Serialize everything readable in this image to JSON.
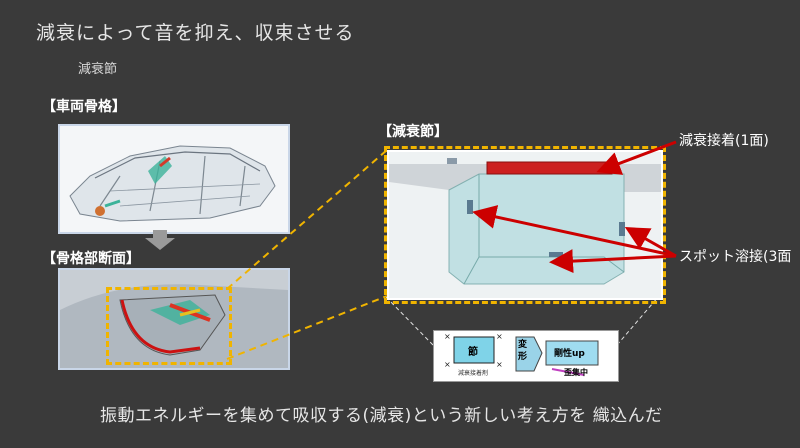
{
  "title": "減衰によって音を抑え、収束させる",
  "subtitle": "減衰節",
  "labels": {
    "vehicle_frame": "【車両骨格】",
    "frame_section": "【骨格部断面】",
    "damping_node": "【減衰節】"
  },
  "callouts": {
    "damping_bond": "減衰接着(1面)",
    "spot_weld": "スポット溶接(3面"
  },
  "diagram": {
    "node_label": "節",
    "deform_label": "変形",
    "stiffness_label": "剛性up",
    "strain_label": "歪集中",
    "caption": "減衰接着剤"
  },
  "bottom_text": "振動エネルギーを集めて吸収する(減衰)という新しい考え方を 織込んだ",
  "colors": {
    "background": "#3a3a3a",
    "highlight": "#f0b400",
    "arrow": "#cc0000"
  }
}
